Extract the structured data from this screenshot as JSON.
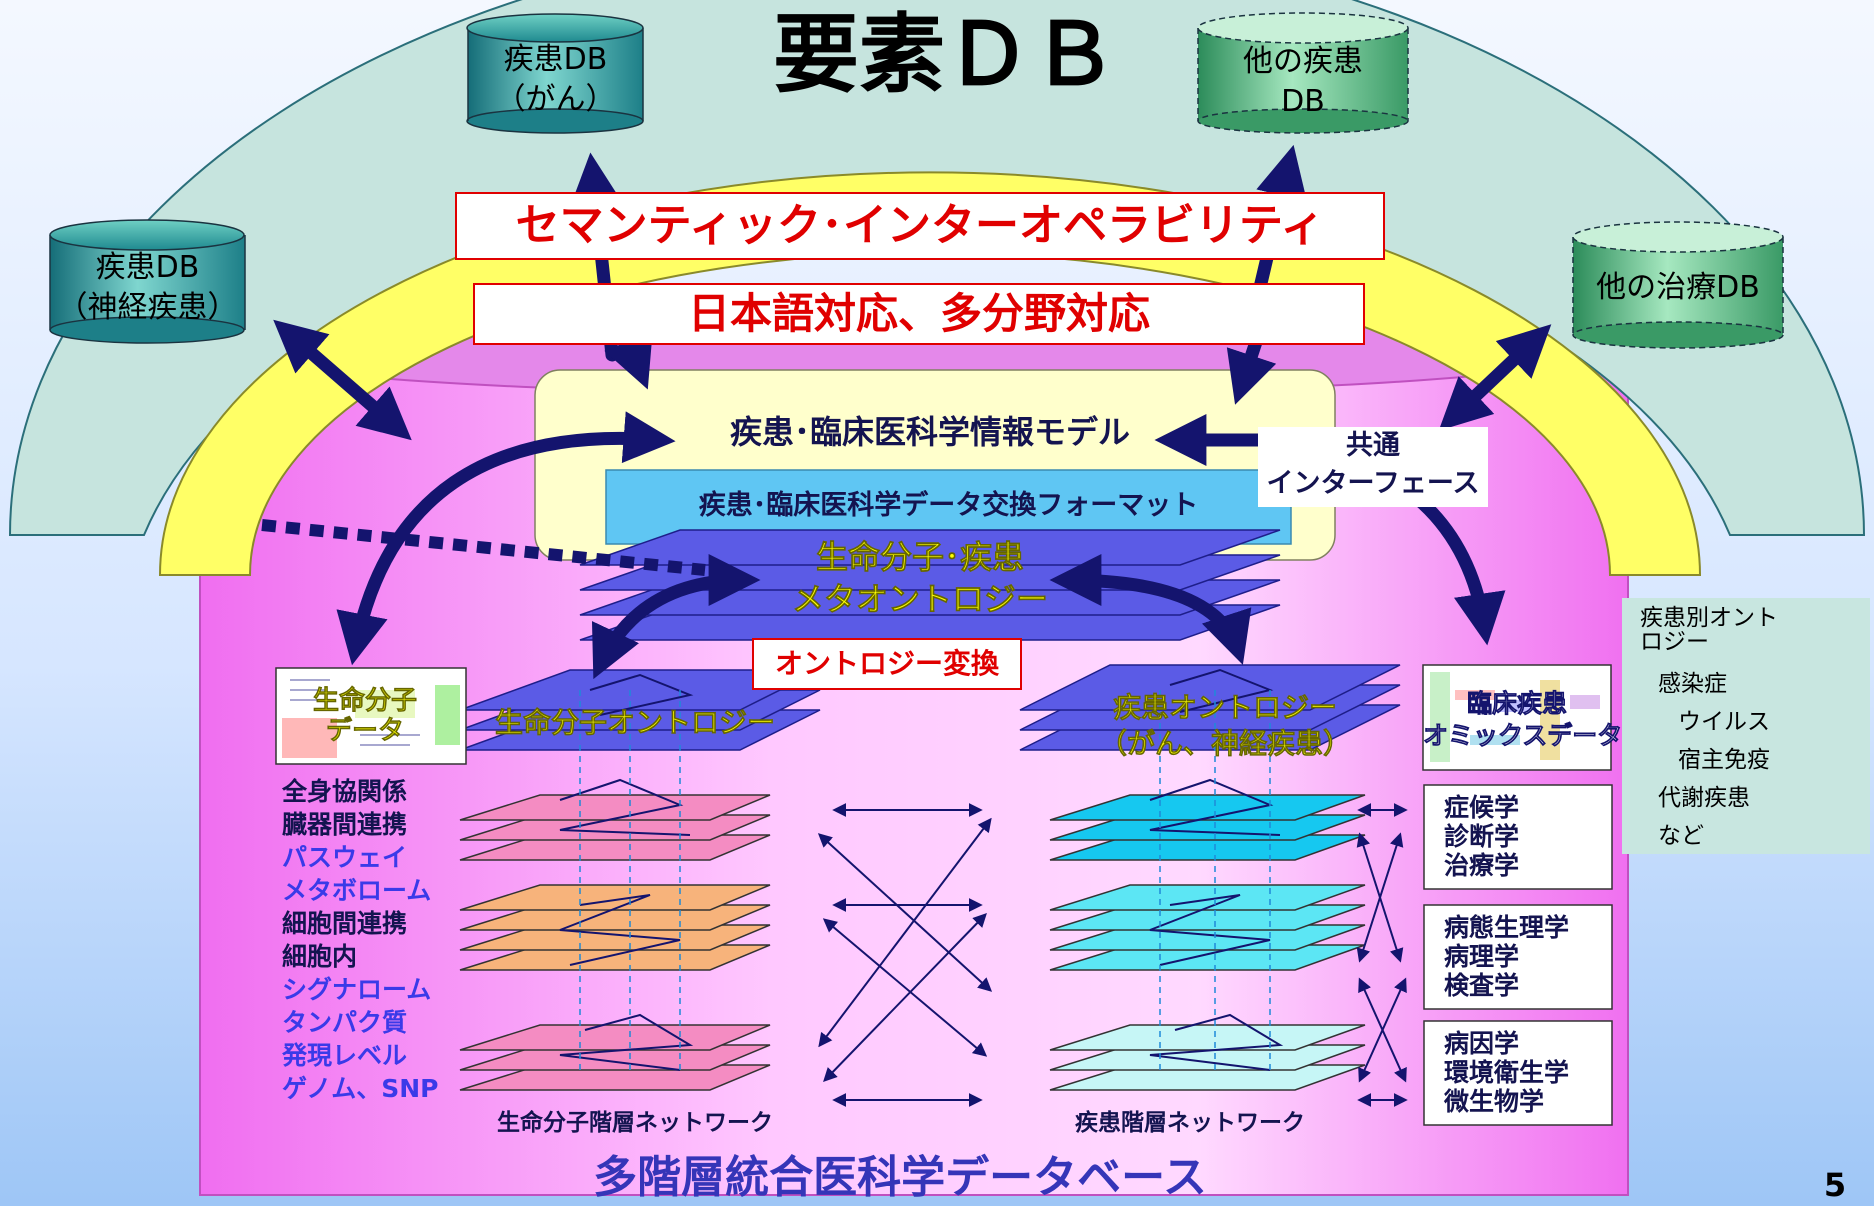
{
  "title": "要素ＤＢ",
  "databases": {
    "cancer": {
      "line1": "疾患DB",
      "line2": "（がん）"
    },
    "neuro": {
      "line1": "疾患DB",
      "line2": "（神経疾患）"
    },
    "other_disease": {
      "line1": "他の疾患",
      "line2": "DB"
    },
    "other_treatment": {
      "line1": "他の治療DB"
    }
  },
  "banners": {
    "semantic": "セマンティック･インターオペラビリティ",
    "multilingual": "日本語対応、多分野対応"
  },
  "info_model": {
    "title": "疾患･臨床医科学情報モデル",
    "format": "疾患･臨床医科学データ交換フォーマット"
  },
  "common_interface": {
    "line1": "共通",
    "line2": "インターフェース"
  },
  "meta_ontology": {
    "line1": "生命分子･疾患",
    "line2": "メタオントロジー"
  },
  "ontology_conversion": "オントロジー変換",
  "mol_data": {
    "line1": "生命分子",
    "line2": "データ"
  },
  "mol_ontology": "生命分子オントロジー",
  "disease_ontology": {
    "line1": "疾患オントロジー",
    "line2": "（がん、神経疾患）"
  },
  "clinical_omics": {
    "line1": "臨床疾患",
    "line2": "オミックスデータ"
  },
  "levels": [
    {
      "text": "全身協関係",
      "color": "#141450"
    },
    {
      "text": "臓器間連携",
      "color": "#141450"
    },
    {
      "text": "パスウェイ",
      "color": "#3a3ae8"
    },
    {
      "text": "メタボローム",
      "color": "#3a3ae8"
    },
    {
      "text": "細胞間連携",
      "color": "#141450"
    },
    {
      "text": "細胞内",
      "color": "#141450"
    },
    {
      "text": "シグナローム",
      "color": "#3a3ae8"
    },
    {
      "text": "タンパク質",
      "color": "#3a3ae8"
    },
    {
      "text": "発現レベル",
      "color": "#3a3ae8"
    },
    {
      "text": "ゲノム、SNP",
      "color": "#3a3ae8"
    }
  ],
  "clinical_groups": [
    [
      "症候学",
      "診断学",
      "治療学"
    ],
    [
      "病態生理学",
      "病理学",
      "検査学"
    ],
    [
      "病因学",
      "環境衛生学",
      "微生物学"
    ]
  ],
  "disease_specific": {
    "title": "疾患別オントロジー",
    "items": [
      "感染症",
      "ウイルス",
      "宿主免疫",
      "代謝疾患",
      "など"
    ]
  },
  "mol_network": "生命分子階層ネットワーク",
  "disease_network": "疾患階層ネットワーク",
  "footer": "多階層統合医科学データベース",
  "page_number": "5",
  "colors": {
    "cylinder_top": "#e090e8",
    "cylinder_body": "#f7b5f7",
    "outer_arc": "#c5e2dc",
    "yellow_arc": "#ffff66",
    "plane_blue": "#5b5be6",
    "plane_pink": "#f48cc2",
    "plane_orange": "#f7b37b",
    "plane_cyan": "#16c8f0",
    "arrow": "#14146e",
    "banner_text": "#e00000"
  }
}
